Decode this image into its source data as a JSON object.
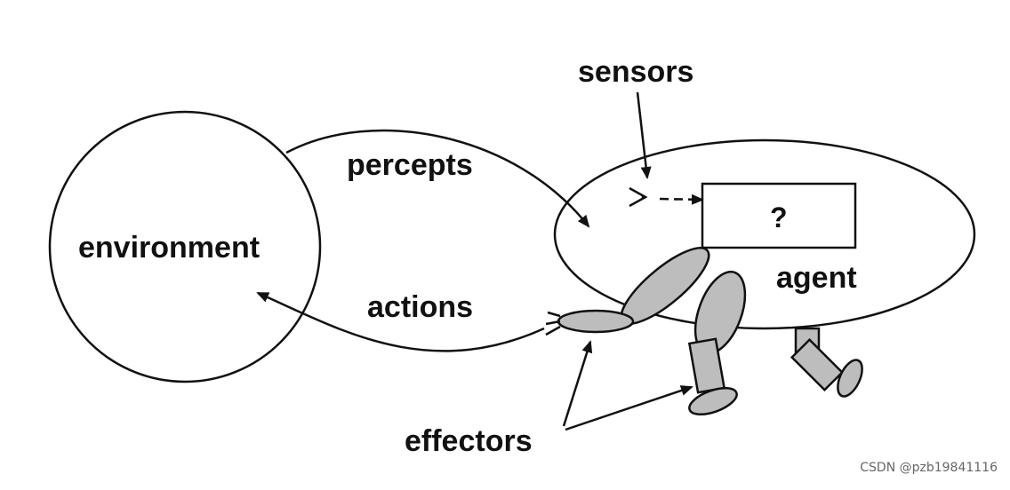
{
  "diagram": {
    "labels": {
      "sensors": "sensors",
      "percepts": "percepts",
      "environment": "environment",
      "actions": "actions",
      "agent": "agent",
      "effectors": "effectors",
      "unknown_box": "?"
    },
    "watermark": "CSDN @pzb19841116",
    "colors": {
      "stroke": "#111111",
      "limb_fill": "#bdbdbd",
      "background": "#ffffff"
    }
  }
}
